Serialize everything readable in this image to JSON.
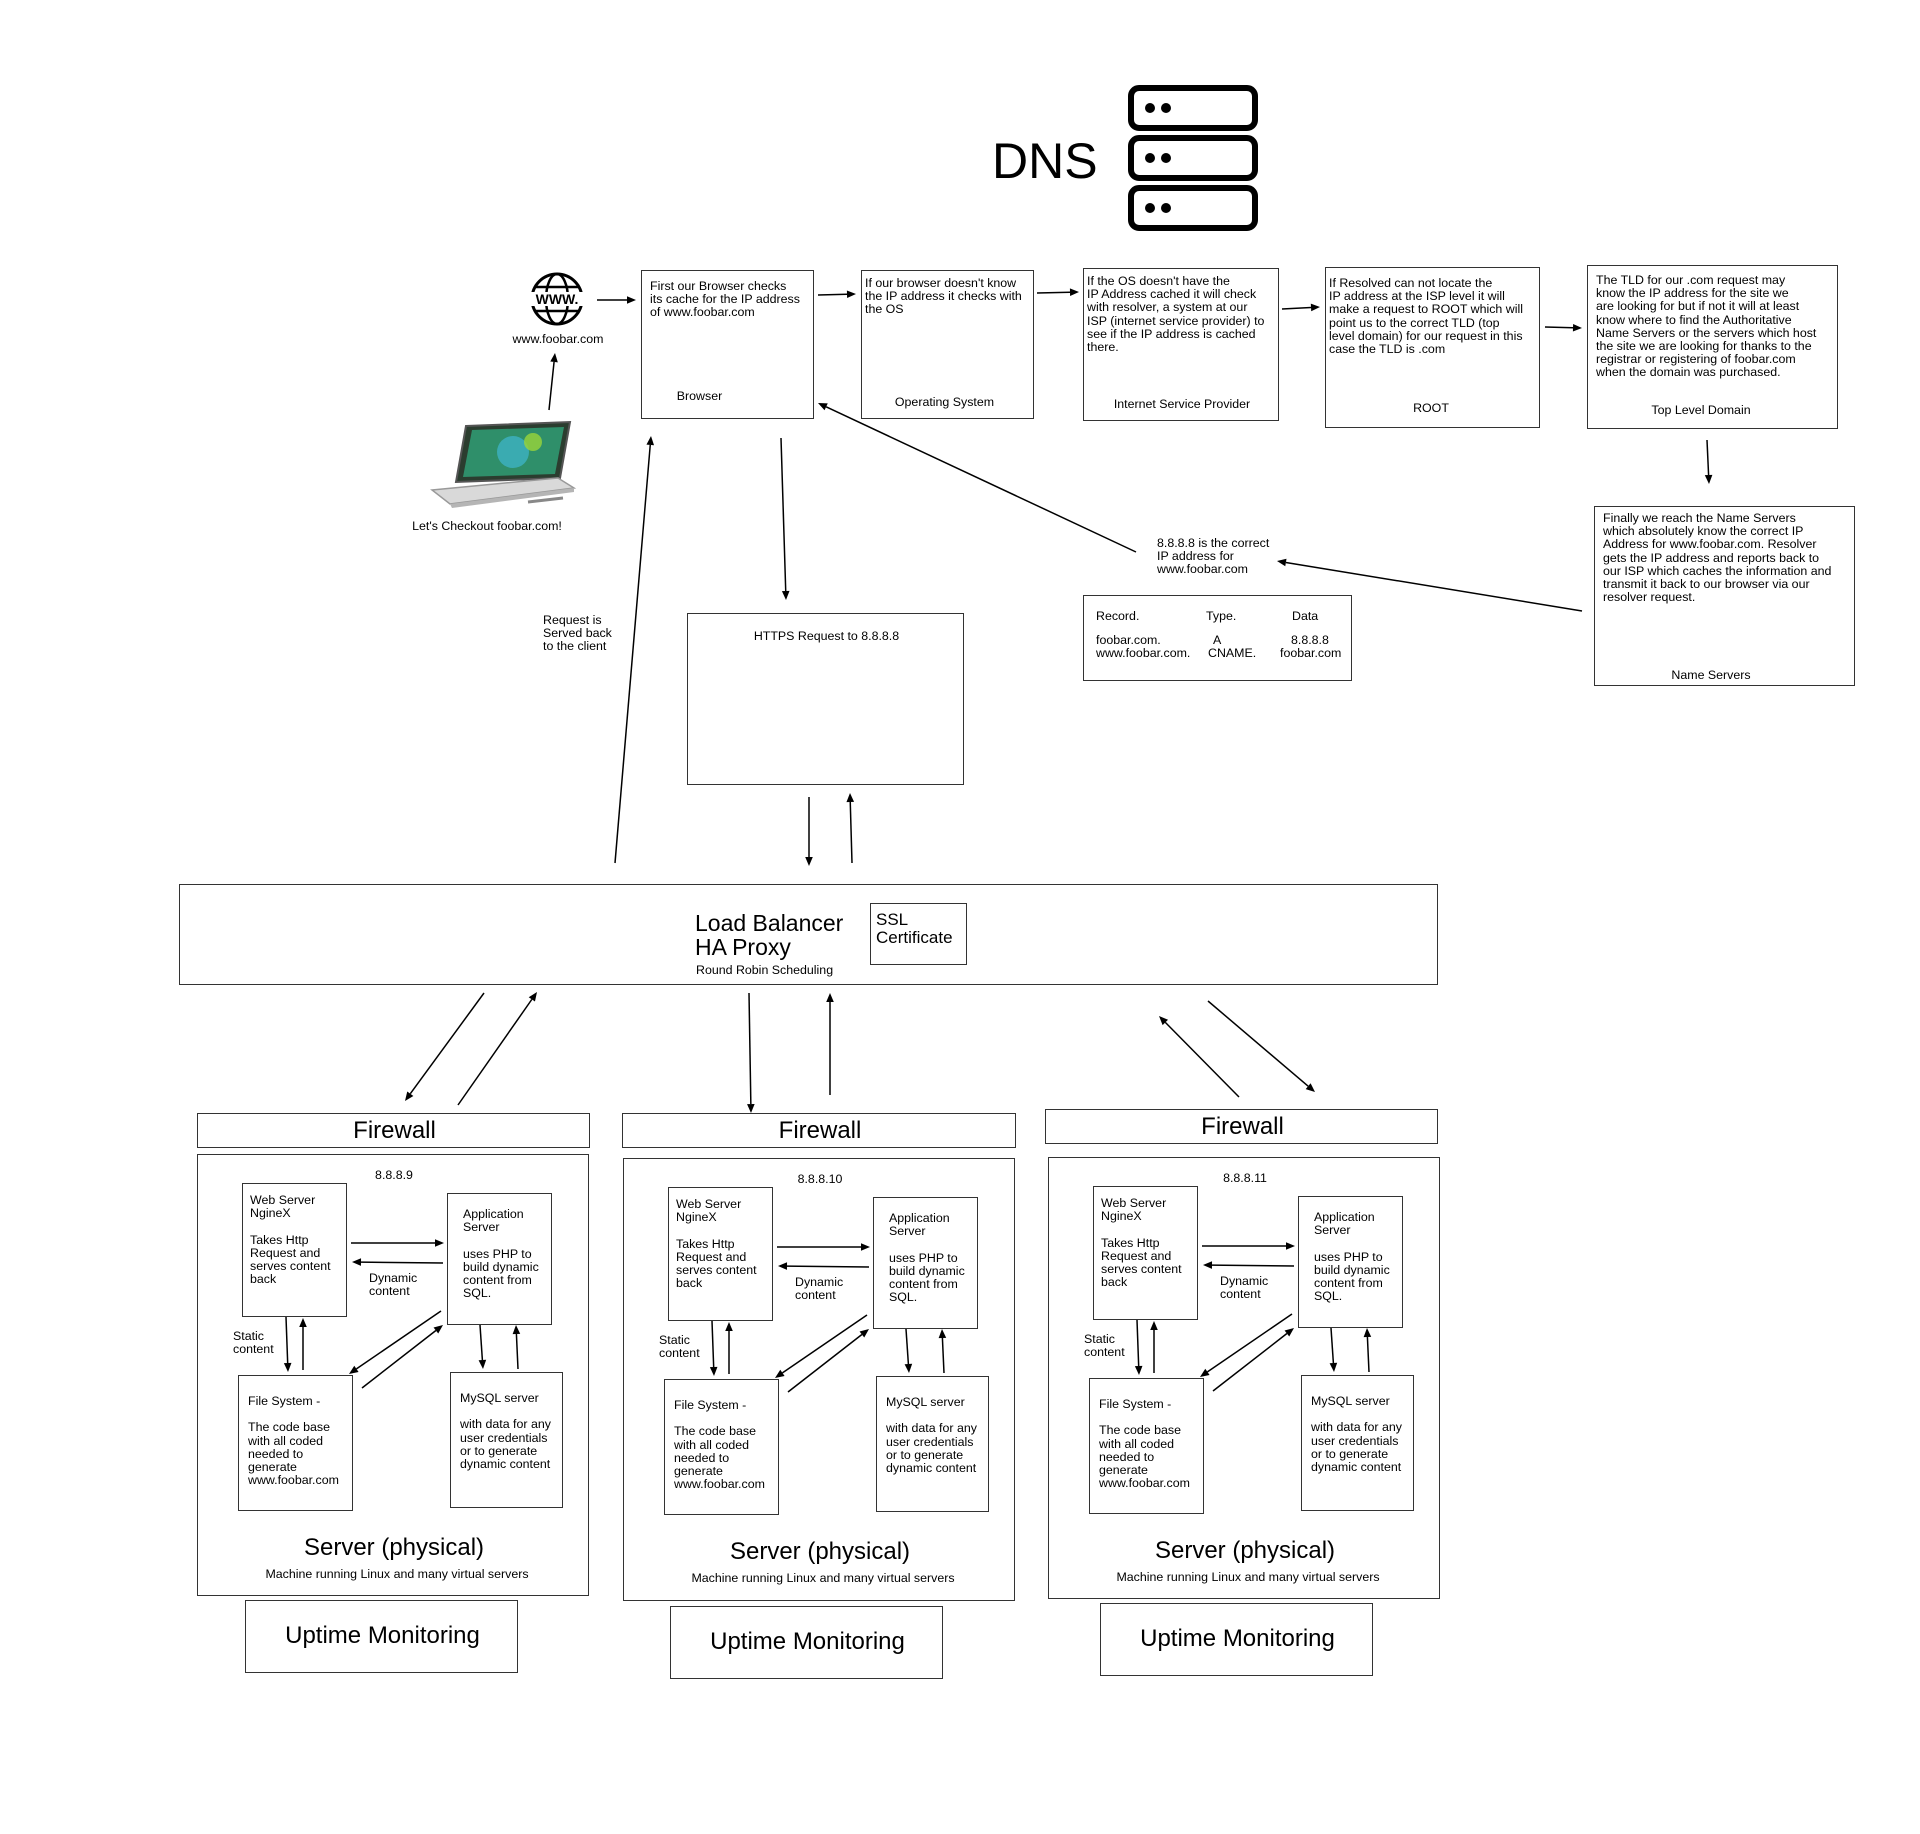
{
  "dns": {
    "title": "DNS"
  },
  "client": {
    "website_label": "www.foobar.com",
    "www_icon_text": "WWW.",
    "laptop_caption": "Let's Checkout foobar.com!"
  },
  "flow": [
    {
      "desc": "First our Browser checks\nits cache for the IP address\nof www.foobar.com",
      "label": "Browser"
    },
    {
      "desc": "If our browser doesn't know\nthe IP address it checks with\nthe OS",
      "label": "Operating System"
    },
    {
      "desc": "If the OS doesn't have the\nIP Address cached it will check\nwith resolver, a system at our\nISP (internet service provider) to\nsee if the IP address is cached\nthere.",
      "label": "Internet Service Provider"
    },
    {
      "desc": "If Resolved can not locate the\nIP address at the ISP level it will\nmake a request to ROOT which will\npoint us to the correct TLD (top\nlevel domain) for our request in this\ncase the TLD is .com",
      "label": "ROOT"
    },
    {
      "desc": "The TLD for our .com request may\nknow the IP address for the site we\nare looking for but if not it will at least\nknow where to find the Authoritative\nName Servers or the servers which host\nthe site we are looking for thanks to the\nregistrar or registering of foobar.com\nwhen the domain was purchased.",
      "label": "Top Level Domain"
    },
    {
      "desc": "Finally we reach the Name Servers\nwhich absolutely know the correct IP\nAddress for www.foobar.com. Resolver\ngets the IP address and reports back to\nour ISP which caches the information and\ntransmit it back to our browser via our\nresolver request.",
      "label": "Name Servers"
    }
  ],
  "answer": {
    "note": "8.8.8.8 is the correct\nIP address for\nwww.foobar.com",
    "headers": [
      "Record.",
      "Type.",
      "Data"
    ],
    "rows": [
      [
        "foobar.com.",
        "A",
        "8.8.8.8"
      ],
      [
        "www.foobar.com.",
        "CNAME.",
        "foobar.com"
      ]
    ]
  },
  "https_request": "HTTPS Request to 8.8.8.8",
  "served_back": "Request is\nServed back\nto the client",
  "load_balancer": {
    "title": "Load Balancer\nHA Proxy",
    "subtitle": "Round Robin Scheduling",
    "ssl": "SSL\nCertificate"
  },
  "stacks": [
    {
      "firewall": "Firewall",
      "ip": "8.8.8.9",
      "web_server": "Web Server\nNgineX\n\nTakes Http\nRequest and\nserves content\nback",
      "app_server": "Application\nServer\n\nuses PHP to\nbuild dynamic\ncontent from\nSQL.",
      "dynamic_label": "Dynamic\ncontent",
      "static_label": "Static\ncontent",
      "file_system": "File System -\n\nThe code base\nwith all coded\nneeded to\ngenerate\nwww.foobar.com",
      "mysql": "MySQL server\n\nwith data for any\nuser credentials\nor to generate\ndynamic content",
      "server_title": "Server (physical)",
      "server_sub": "Machine running Linux and many virtual servers",
      "uptime": "Uptime Monitoring"
    },
    {
      "firewall": "Firewall",
      "ip": "8.8.8.10",
      "web_server": "Web Server\nNgineX\n\nTakes Http\nRequest and\nserves content\nback",
      "app_server": "Application\nServer\n\nuses PHP to\nbuild dynamic\ncontent from\nSQL.",
      "dynamic_label": "Dynamic\ncontent",
      "static_label": "Static\ncontent",
      "file_system": "File System -\n\nThe code base\nwith all coded\nneeded to\ngenerate\nwww.foobar.com",
      "mysql": "MySQL server\n\nwith data for any\nuser credentials\nor to generate\ndynamic content",
      "server_title": "Server (physical)",
      "server_sub": "Machine running Linux and many virtual servers",
      "uptime": "Uptime Monitoring"
    },
    {
      "firewall": "Firewall",
      "ip": "8.8.8.11",
      "web_server": "Web Server\nNgineX\n\nTakes Http\nRequest and\nserves content\nback",
      "app_server": "Application\nServer\n\nuses PHP to\nbuild dynamic\ncontent from\nSQL.",
      "dynamic_label": "Dynamic\ncontent",
      "static_label": "Static\ncontent",
      "file_system": "File System -\n\nThe code base\nwith all coded\nneeded to\ngenerate\nwww.foobar.com",
      "mysql": "MySQL server\n\nwith data for any\nuser credentials\nor to generate\ndynamic content",
      "server_title": "Server (physical)",
      "server_sub": "Machine running Linux and many virtual servers",
      "uptime": "Uptime Monitoring"
    }
  ]
}
